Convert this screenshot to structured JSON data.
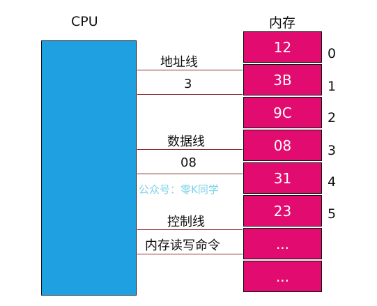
{
  "cpu_label": "CPU",
  "memory_label": "内存",
  "memory_cells": [
    {
      "value": "12",
      "address": "0"
    },
    {
      "value": "3B",
      "address": "1"
    },
    {
      "value": "9C",
      "address": "2"
    },
    {
      "value": "08",
      "address": "3"
    },
    {
      "value": "31",
      "address": "4"
    },
    {
      "value": "23",
      "address": "5"
    },
    {
      "value": "...",
      "address": ""
    },
    {
      "value": "...",
      "address": ""
    }
  ],
  "buses": {
    "address": {
      "label": "地址线",
      "value": "3"
    },
    "data": {
      "label": "数据线",
      "value": "08"
    },
    "control": {
      "label": "控制线",
      "value": "内存读写命令"
    }
  },
  "watermark": "公众号：零K同学",
  "colors": {
    "cpu": "#1fa0e0",
    "memory": "#e20b6f",
    "bus": "#8b2c2c",
    "watermark": "#7dd3ea"
  }
}
